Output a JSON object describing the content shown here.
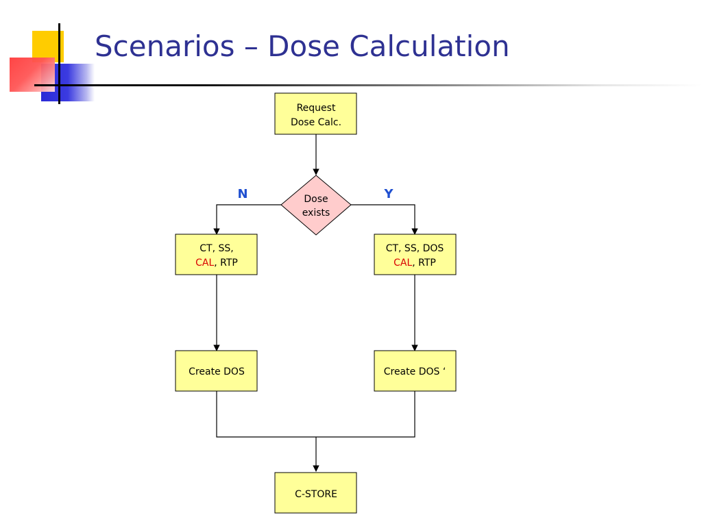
{
  "slide": {
    "title": "Scenarios – Dose Calculation"
  },
  "diagram": {
    "nodes": {
      "request": {
        "line1": "Request",
        "line2": "Dose Calc."
      },
      "decision": {
        "line1": "Dose",
        "line2": "exists"
      },
      "left_input": {
        "line1": "CT, SS,",
        "line2_accent": "CAL",
        "line2_rest": ", RTP"
      },
      "right_input": {
        "line1": "CT, SS, DOS",
        "line2_accent": "CAL",
        "line2_rest": ", RTP"
      },
      "create_left": {
        "label": "Create DOS"
      },
      "create_right": {
        "label": "Create DOS ‘"
      },
      "store": {
        "label": "C-STORE"
      }
    },
    "branches": {
      "no": "N",
      "yes": "Y"
    },
    "colors": {
      "box_fill": "#ffff99",
      "diamond_fill": "#ffcccc",
      "accent_text": "#d90000",
      "branch_text": "#1f4fd0",
      "title_text": "#2e3192"
    }
  }
}
